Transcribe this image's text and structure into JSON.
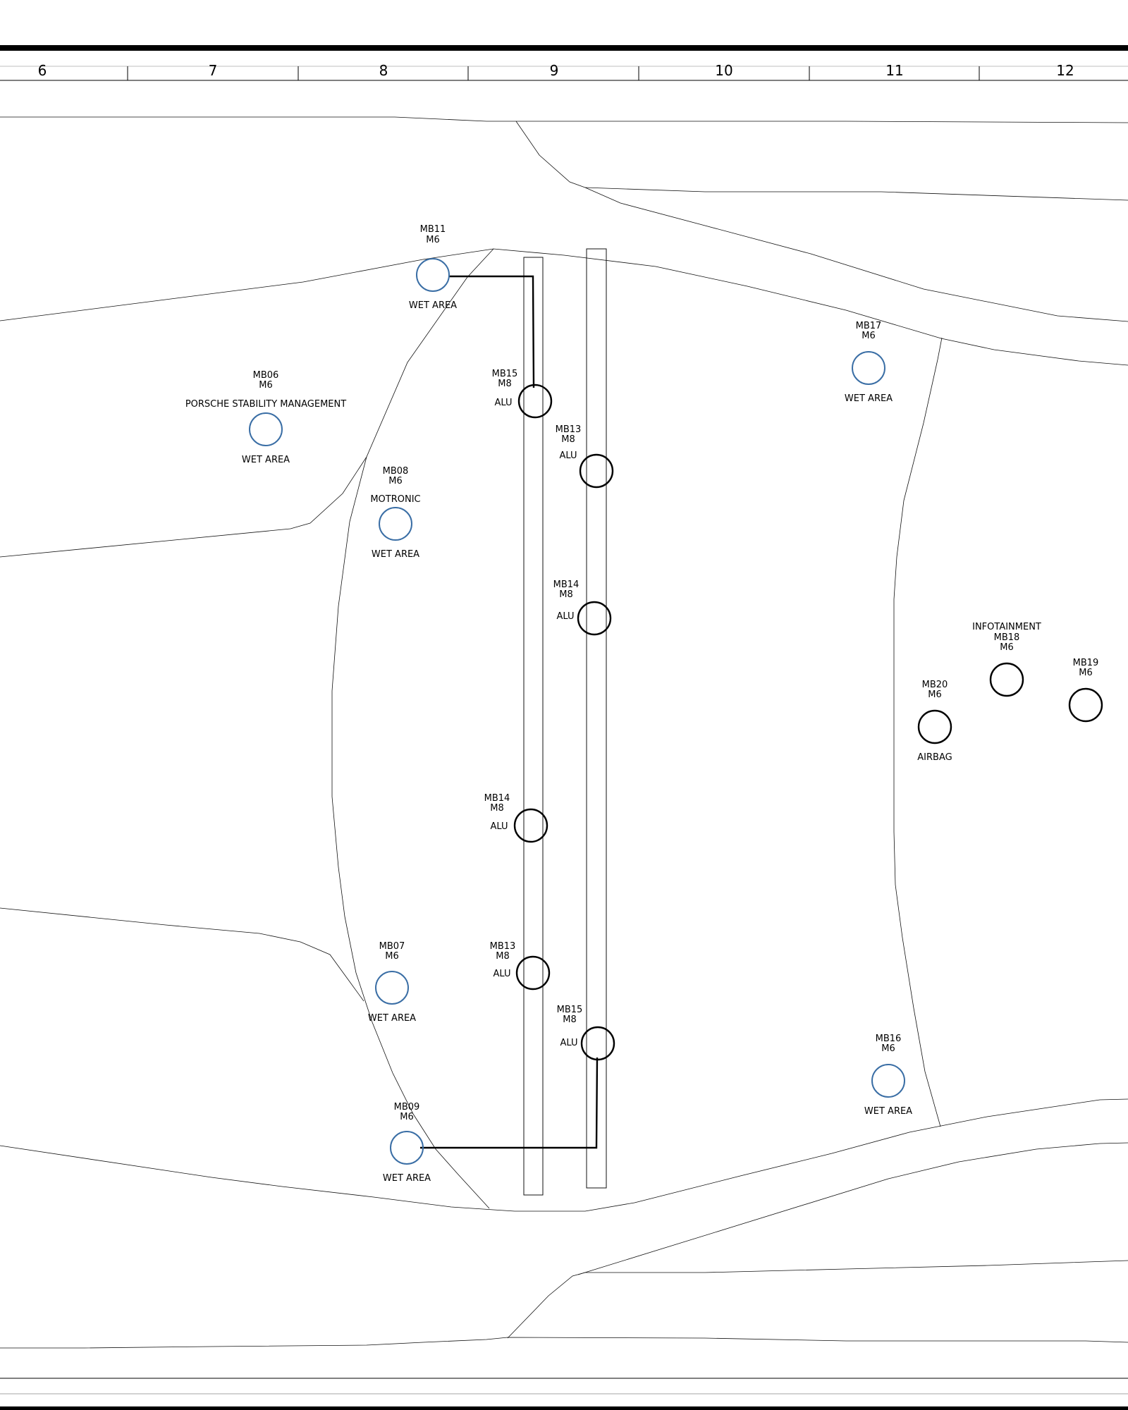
{
  "columns": [
    "6",
    "7",
    "8",
    "9",
    "10",
    "11",
    "12"
  ],
  "points": [
    {
      "id": "mb11",
      "lines": [
        "MB11",
        "M6"
      ],
      "below": "WET AREA",
      "kind": "blue"
    },
    {
      "id": "mb06",
      "lines": [
        "MB06",
        "M6",
        "PORSCHE STABILITY MANAGEMENT"
      ],
      "below": "WET AREA",
      "kind": "blue"
    },
    {
      "id": "mb08",
      "lines": [
        "MB08",
        "M6",
        "MOTRONIC"
      ],
      "below": "WET AREA",
      "kind": "blue"
    },
    {
      "id": "mb15-top",
      "lines": [
        "MB15",
        "M8"
      ],
      "side": "ALU",
      "kind": "black"
    },
    {
      "id": "mb13-top",
      "lines": [
        "MB13",
        "M8"
      ],
      "side": "ALU",
      "kind": "black"
    },
    {
      "id": "mb14-top",
      "lines": [
        "MB14",
        "M8"
      ],
      "side": "ALU",
      "kind": "black"
    },
    {
      "id": "mb17",
      "lines": [
        "MB17",
        "M6"
      ],
      "below": "WET AREA",
      "kind": "blue"
    },
    {
      "id": "mb18",
      "lines": [
        "INFOTAINMENT",
        "MB18",
        "M6"
      ],
      "kind": "black"
    },
    {
      "id": "mb19",
      "lines": [
        "MB19",
        "M6"
      ],
      "kind": "black"
    },
    {
      "id": "mb20",
      "lines": [
        "MB20",
        "M6"
      ],
      "below": "AIRBAG",
      "kind": "black"
    },
    {
      "id": "mb14-bottom",
      "lines": [
        "MB14",
        "M8"
      ],
      "side": "ALU",
      "kind": "black"
    },
    {
      "id": "mb07",
      "lines": [
        "MB07",
        "M6"
      ],
      "below": "WET AREA",
      "kind": "blue"
    },
    {
      "id": "mb13-bottom",
      "lines": [
        "MB13",
        "M8"
      ],
      "side": "ALU",
      "kind": "black"
    },
    {
      "id": "mb15-bottom",
      "lines": [
        "MB15",
        "M8"
      ],
      "side": "ALU",
      "kind": "black"
    },
    {
      "id": "mb16",
      "lines": [
        "MB16",
        "M6"
      ],
      "below": "WET AREA",
      "kind": "blue"
    },
    {
      "id": "mb09",
      "lines": [
        "MB09",
        "M6"
      ],
      "below": "WET AREA",
      "kind": "blue"
    }
  ],
  "colors": {
    "blue_point": "#3a6ea5",
    "black_point": "#000000"
  }
}
